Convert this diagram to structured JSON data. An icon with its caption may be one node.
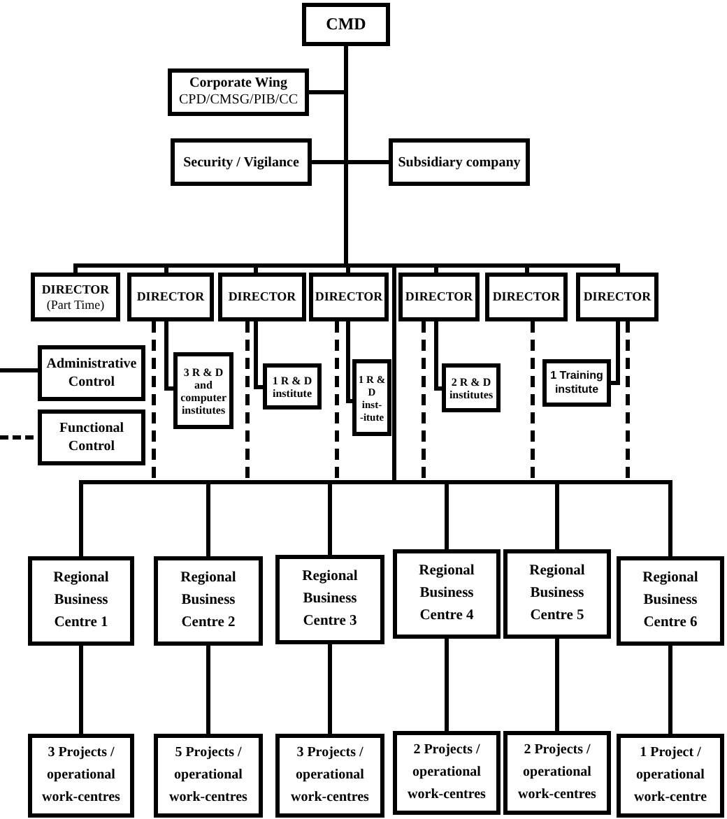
{
  "diagram": {
    "nodes": [
      {
        "text": [
          "CMD"
        ]
      },
      {
        "text": [
          "Corporate Wing",
          "CPD/CMSG/PIB/CC"
        ]
      },
      {
        "text": [
          "Security / Vigilance"
        ]
      },
      {
        "text": [
          "Subsidiary company"
        ]
      },
      {
        "text": [
          "DIRECTOR",
          "(Part Time)"
        ]
      },
      {
        "text": [
          "DIRECTOR"
        ]
      },
      {
        "text": [
          "DIRECTOR"
        ]
      },
      {
        "text": [
          "DIRECTOR"
        ]
      },
      {
        "text": [
          "DIRECTOR"
        ]
      },
      {
        "text": [
          "DIRECTOR"
        ]
      },
      {
        "text": [
          "DIRECTOR"
        ]
      },
      {
        "text": [
          "3 R & D and computer institutes"
        ]
      },
      {
        "text": [
          "1 R & D institute"
        ]
      },
      {
        "text": [
          "1 R & D inst- -itute"
        ]
      },
      {
        "text": [
          "2 R & D institutes"
        ]
      },
      {
        "text": [
          "1 Training institute"
        ]
      },
      {
        "text": [
          "Regional Business Centre 1"
        ]
      },
      {
        "text": [
          "Regional Business Centre 2"
        ]
      },
      {
        "text": [
          "Regional Business Centre 3"
        ]
      },
      {
        "text": [
          "Regional Business Centre 4"
        ]
      },
      {
        "text": [
          "Regional Business Centre 5"
        ]
      },
      {
        "text": [
          "Regional Business Centre 6"
        ]
      },
      {
        "text": [
          "3 Projects / operational work-centres"
        ]
      },
      {
        "text": [
          "5 Projects / operational work-centres"
        ]
      },
      {
        "text": [
          "3 Projects / operational work-centres"
        ]
      },
      {
        "text": [
          "2 Projects / operational work-centres"
        ]
      },
      {
        "text": [
          "2 Projects / operational work-centres"
        ]
      },
      {
        "text": [
          "1 Project / operational work-centre"
        ]
      }
    ],
    "edges": [
      {
        "from": 0,
        "to": 1,
        "arrow": "none"
      },
      {
        "from": 0,
        "to": 2,
        "arrow": "none"
      },
      {
        "from": 0,
        "to": 3,
        "arrow": "none"
      },
      {
        "from": 0,
        "to": 4,
        "arrow": "none"
      },
      {
        "from": 0,
        "to": 5,
        "arrow": "none"
      },
      {
        "from": 0,
        "to": 6,
        "arrow": "none"
      },
      {
        "from": 0,
        "to": 7,
        "arrow": "none"
      },
      {
        "from": 0,
        "to": 8,
        "arrow": "none"
      },
      {
        "from": 0,
        "to": 9,
        "arrow": "none"
      },
      {
        "from": 0,
        "to": 10,
        "arrow": "none"
      },
      {
        "from": 5,
        "to": 11,
        "arrow": "none"
      },
      {
        "from": 6,
        "to": 12,
        "arrow": "none"
      },
      {
        "from": 7,
        "to": 13,
        "arrow": "none"
      },
      {
        "from": 8,
        "to": 14,
        "arrow": "none"
      },
      {
        "from": 10,
        "to": 15,
        "arrow": "none"
      },
      {
        "from": 0,
        "to": 16,
        "arrow": "none"
      },
      {
        "from": 0,
        "to": 17,
        "arrow": "none"
      },
      {
        "from": 0,
        "to": 18,
        "arrow": "none"
      },
      {
        "from": 0,
        "to": 19,
        "arrow": "none"
      },
      {
        "from": 0,
        "to": 20,
        "arrow": "none"
      },
      {
        "from": 0,
        "to": 21,
        "arrow": "none"
      },
      {
        "from": 5,
        "to": 16,
        "arrow": "none",
        "style": "dashed"
      },
      {
        "from": 5,
        "to": 17,
        "arrow": "none",
        "style": "dashed"
      },
      {
        "from": 5,
        "to": 18,
        "arrow": "none",
        "style": "dashed"
      },
      {
        "from": 5,
        "to": 19,
        "arrow": "none",
        "style": "dashed"
      },
      {
        "from": 5,
        "to": 20,
        "arrow": "none",
        "style": "dashed"
      },
      {
        "from": 5,
        "to": 21,
        "arrow": "none",
        "style": "dashed"
      },
      {
        "from": 6,
        "to": 16,
        "arrow": "none",
        "style": "dashed"
      },
      {
        "from": 6,
        "to": 17,
        "arrow": "none",
        "style": "dashed"
      },
      {
        "from": 6,
        "to": 18,
        "arrow": "none",
        "style": "dashed"
      },
      {
        "from": 6,
        "to": 19,
        "arrow": "none",
        "style": "dashed"
      },
      {
        "from": 6,
        "to": 20,
        "arrow": "none",
        "style": "dashed"
      },
      {
        "from": 6,
        "to": 21,
        "arrow": "none",
        "style": "dashed"
      },
      {
        "from": 7,
        "to": 16,
        "arrow": "none",
        "style": "dashed"
      },
      {
        "from": 7,
        "to": 17,
        "arrow": "none",
        "style": "dashed"
      },
      {
        "from": 7,
        "to": 18,
        "arrow": "none",
        "style": "dashed"
      },
      {
        "from": 7,
        "to": 19,
        "arrow": "none",
        "style": "dashed"
      },
      {
        "from": 7,
        "to": 20,
        "arrow": "none",
        "style": "dashed"
      },
      {
        "from": 7,
        "to": 21,
        "arrow": "none",
        "style": "dashed"
      },
      {
        "from": 8,
        "to": 16,
        "arrow": "none",
        "style": "dashed"
      },
      {
        "from": 8,
        "to": 17,
        "arrow": "none",
        "style": "dashed"
      },
      {
        "from": 8,
        "to": 18,
        "arrow": "none",
        "style": "dashed"
      },
      {
        "from": 8,
        "to": 19,
        "arrow": "none",
        "style": "dashed"
      },
      {
        "from": 8,
        "to": 20,
        "arrow": "none",
        "style": "dashed"
      },
      {
        "from": 8,
        "to": 21,
        "arrow": "none",
        "style": "dashed"
      },
      {
        "from": 9,
        "to": 16,
        "arrow": "none",
        "style": "dashed"
      },
      {
        "from": 9,
        "to": 17,
        "arrow": "none",
        "style": "dashed"
      },
      {
        "from": 9,
        "to": 18,
        "arrow": "none",
        "style": "dashed"
      },
      {
        "from": 9,
        "to": 19,
        "arrow": "none",
        "style": "dashed"
      },
      {
        "from": 9,
        "to": 20,
        "arrow": "none",
        "style": "dashed"
      },
      {
        "from": 9,
        "to": 21,
        "arrow": "none",
        "style": "dashed"
      },
      {
        "from": 10,
        "to": 16,
        "arrow": "none",
        "style": "dashed"
      },
      {
        "from": 10,
        "to": 17,
        "arrow": "none",
        "style": "dashed"
      },
      {
        "from": 10,
        "to": 18,
        "arrow": "none",
        "style": "dashed"
      },
      {
        "from": 10,
        "to": 19,
        "arrow": "none",
        "style": "dashed"
      },
      {
        "from": 10,
        "to": 20,
        "arrow": "none",
        "style": "dashed"
      },
      {
        "from": 10,
        "to": 21,
        "arrow": "none",
        "style": "dashed"
      },
      {
        "from": 16,
        "to": 22,
        "arrow": "none"
      },
      {
        "from": 17,
        "to": 23,
        "arrow": "none"
      },
      {
        "from": 18,
        "to": 24,
        "arrow": "none"
      },
      {
        "from": 19,
        "to": 25,
        "arrow": "none"
      },
      {
        "from": 20,
        "to": 26,
        "arrow": "none"
      },
      {
        "from": 21,
        "to": 27,
        "arrow": "none"
      }
    ],
    "legend": [
      {
        "text": "Administrative Control"
      },
      {
        "text": "Functional Control"
      }
    ]
  }
}
